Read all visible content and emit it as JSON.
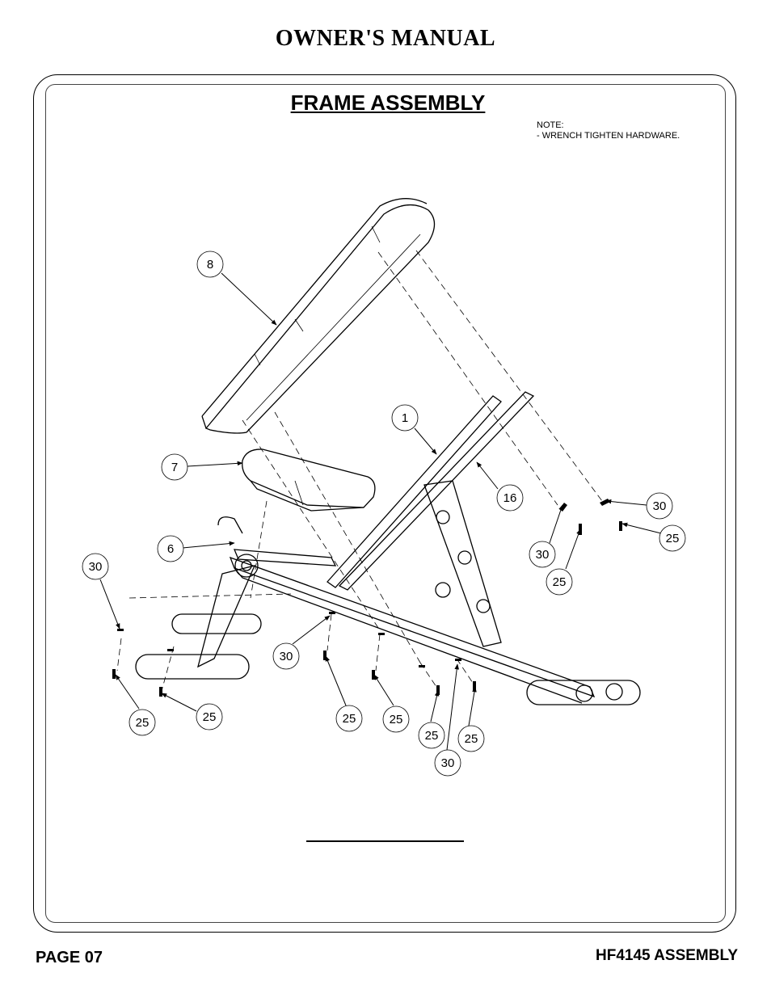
{
  "header": {
    "title": "OWNER'S MANUAL"
  },
  "section": {
    "title": "FRAME ASSEMBLY"
  },
  "note": {
    "line1": "NOTE:",
    "line2": "-  WRENCH TIGHTEN HARDWARE."
  },
  "footer": {
    "page": "PAGE 07",
    "model": "HF4145 ASSEMBLY"
  },
  "callouts": [
    {
      "label": "8"
    },
    {
      "label": "1"
    },
    {
      "label": "7"
    },
    {
      "label": "16"
    },
    {
      "label": "30"
    },
    {
      "label": "30"
    },
    {
      "label": "25"
    },
    {
      "label": "6"
    },
    {
      "label": "30"
    },
    {
      "label": "25"
    },
    {
      "label": "30"
    },
    {
      "label": "25"
    },
    {
      "label": "25"
    },
    {
      "label": "25"
    },
    {
      "label": "25"
    },
    {
      "label": "25"
    },
    {
      "label": "25"
    },
    {
      "label": "30"
    }
  ]
}
